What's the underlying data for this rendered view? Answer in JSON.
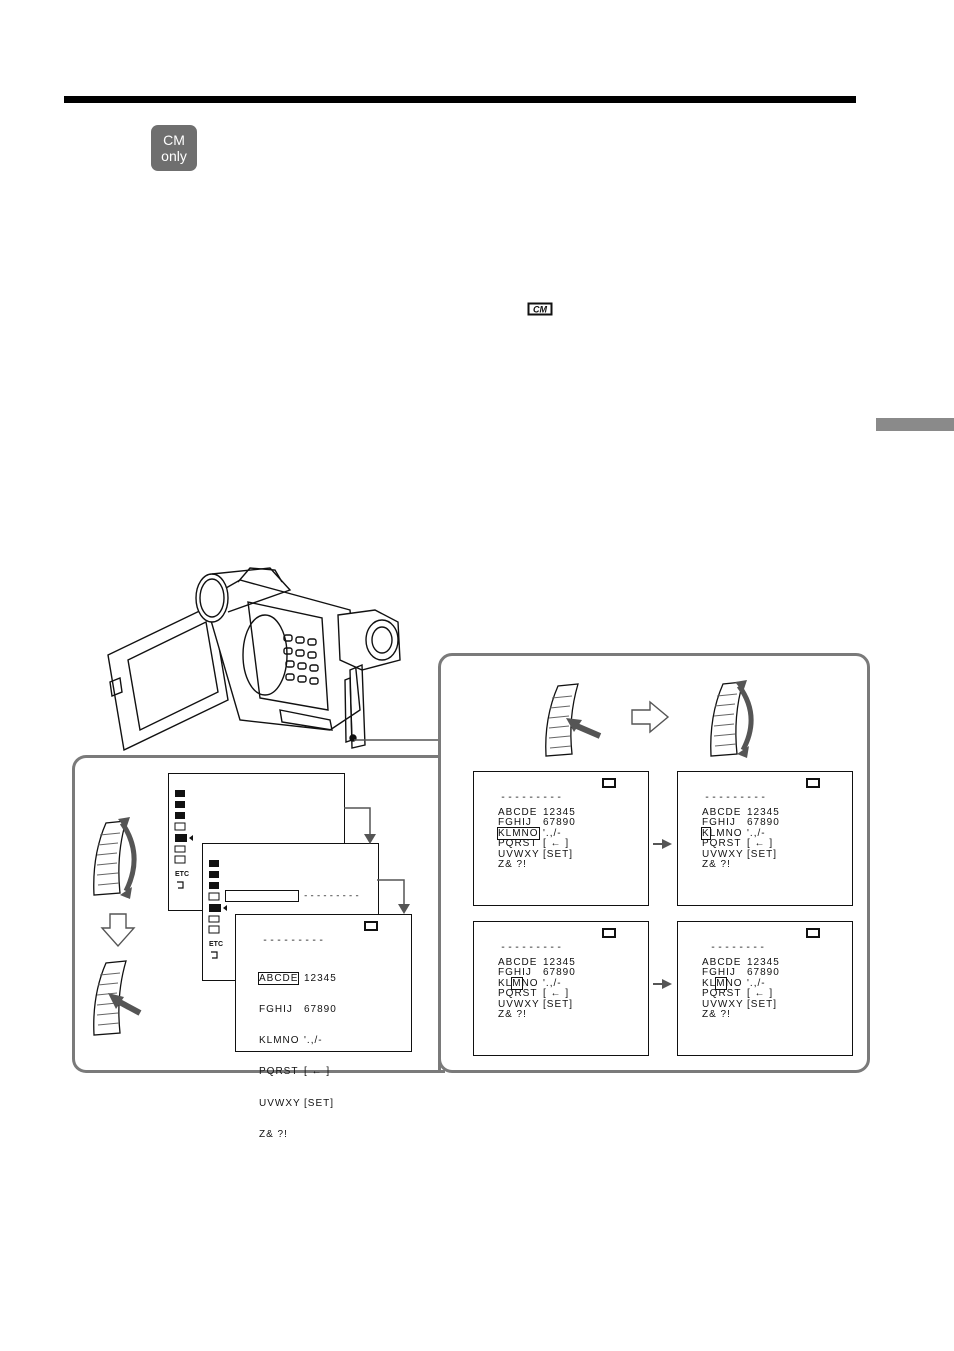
{
  "badge": {
    "line1": "CM",
    "line2": "only"
  },
  "menu": {
    "etc_label": "ETC"
  },
  "screen_small": {
    "dashes": "---------",
    "rows": [
      [
        "ABCDE",
        "12345"
      ],
      [
        "FGHIJ",
        "67890"
      ],
      [
        "KLMNO",
        "'.,/-"
      ],
      [
        "PQRST",
        "[ ← ]"
      ],
      [
        "UVWXY",
        "[SET]"
      ],
      [
        "Z& ?!",
        ""
      ]
    ]
  },
  "screens": [
    {
      "dashes": "---------",
      "rows": [
        [
          "ABCDE",
          "12345"
        ],
        [
          "FGHIJ",
          "67890"
        ],
        [
          "KLMNO",
          "'.,/-"
        ],
        [
          "PQRST",
          "[ ← ]"
        ],
        [
          "UVWXY",
          "[SET]"
        ],
        [
          "Z& ?!",
          ""
        ]
      ],
      "highlight": "KLMNO"
    },
    {
      "dashes": "---------",
      "rows": [
        [
          "ABCDE",
          "12345"
        ],
        [
          "FGHIJ",
          "67890"
        ],
        [
          "KLMNO",
          "'.,/-"
        ],
        [
          "PQRST",
          "[ ← ]"
        ],
        [
          "UVWXY",
          "[SET]"
        ],
        [
          "Z& ?!",
          ""
        ]
      ],
      "highlight": "K"
    },
    {
      "dashes": "---------",
      "rows": [
        [
          "ABCDE",
          "12345"
        ],
        [
          "FGHIJ",
          "67890"
        ],
        [
          "KLMNO",
          "'.,/-"
        ],
        [
          "PQRST",
          "[ ← ]"
        ],
        [
          "UVWXY",
          "[SET]"
        ],
        [
          "Z& ?!",
          ""
        ]
      ],
      "highlight": "M"
    },
    {
      "dashes": "--------",
      "rows": [
        [
          "ABCDE",
          "12345"
        ],
        [
          "FGHIJ",
          "67890"
        ],
        [
          "KLMNO",
          "'.,/-"
        ],
        [
          "PQRST",
          "[ ← ]"
        ],
        [
          "UVWXY",
          "[SET]"
        ],
        [
          "Z& ?!",
          ""
        ]
      ],
      "highlight": "M"
    }
  ],
  "icons": [
    "cm-memory-icon",
    "camera-icon",
    "jog-dial-icon",
    "right-arrow-icon",
    "down-arrow-icon",
    "gray-arrow-icon"
  ]
}
